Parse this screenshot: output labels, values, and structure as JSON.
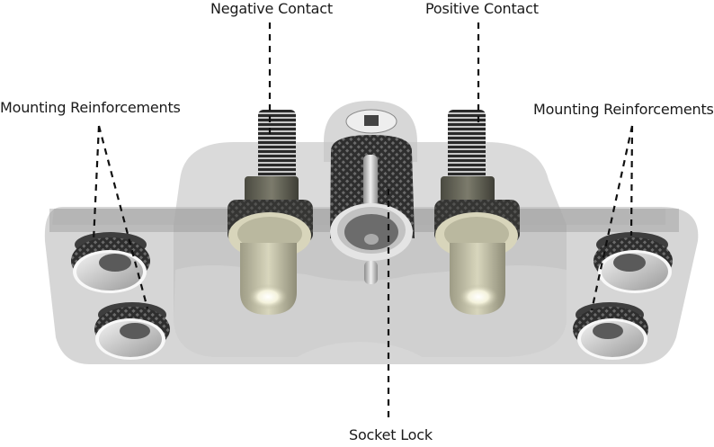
{
  "diagram": {
    "subject": "Socket assembly with contacts and mounting reinforcements",
    "labels": {
      "negative_contact": "Negative Contact",
      "positive_contact": "Positive Contact",
      "mounting_left": "Mounting Reinforcements",
      "mounting_right": "Mounting Reinforcements",
      "socket_lock": "Socket Lock"
    },
    "parts": [
      {
        "id": "base-plate",
        "name": "Base Plate"
      },
      {
        "id": "socket-housing",
        "name": "Socket Housing"
      },
      {
        "id": "negative-contact",
        "name": "Negative Contact"
      },
      {
        "id": "positive-contact",
        "name": "Positive Contact"
      },
      {
        "id": "socket-lock",
        "name": "Socket Lock"
      },
      {
        "id": "mounting-reinforcement",
        "name": "Mounting Reinforcement",
        "count": 4
      }
    ],
    "colors": {
      "plate": "#d0d0d0",
      "housing": "#bdbdbd",
      "knurl_dark": "#3a3a3a",
      "contact_tip": "#e8e6cf",
      "leader_line": "#111111"
    }
  }
}
